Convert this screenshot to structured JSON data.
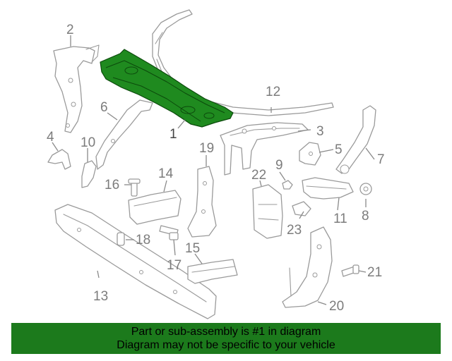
{
  "callouts": {
    "c1": "1",
    "c2": "2",
    "c3": "3",
    "c4": "4",
    "c5": "5",
    "c6": "6",
    "c7": "7",
    "c8": "8",
    "c9": "9",
    "c10": "10",
    "c11": "11",
    "c12": "12",
    "c13": "13",
    "c14": "14",
    "c15": "15",
    "c16": "16",
    "c17": "17",
    "c18": "18",
    "c19": "19",
    "c20": "20",
    "c21": "21",
    "c22": "22",
    "c23": "23"
  },
  "highlight": {
    "part_number": "1",
    "color": "#1f8a1f"
  },
  "banner": {
    "line1": "Part or sub-assembly is #1 in diagram",
    "line2": "Diagram may not be specific to your vehicle",
    "background": "#1c7a1c"
  }
}
